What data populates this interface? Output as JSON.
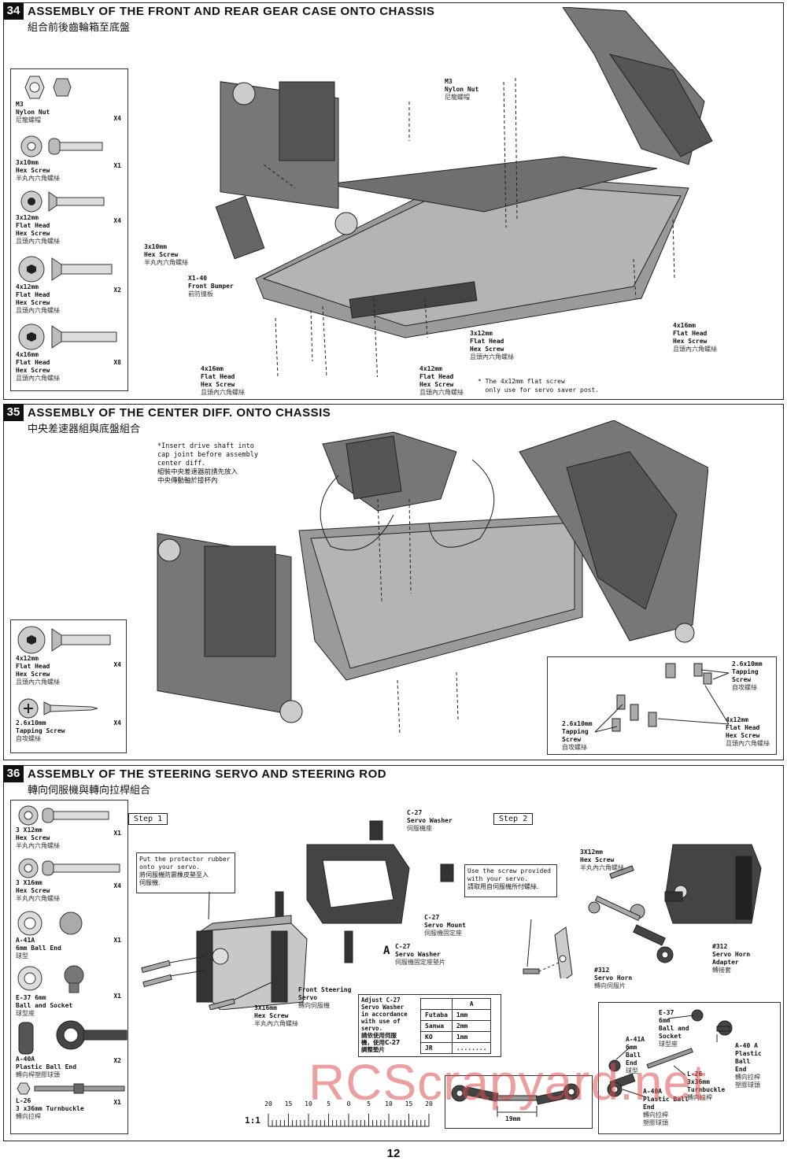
{
  "sections": [
    {
      "num": "34",
      "title": "ASSEMBLY OF THE FRONT AND REAR GEAR CASE ONTO CHASSIS",
      "subtitle": "組合前後齒輪箱至底盤",
      "parts": [
        {
          "name": "M3\nNylon Nut",
          "cn": "尼龍螺帽",
          "qty": "X4",
          "icon": "nylon-nut-icon"
        },
        {
          "name": "3x10mm\nHex Screw",
          "cn": "半丸內六角螺絲",
          "qty": "X1",
          "icon": "hex-screw-icon"
        },
        {
          "name": "3x12mm\nFlat Head\nHex Screw",
          "cn": "且頭內六角螺絲",
          "qty": "X4",
          "icon": "flat-head-screw-icon"
        },
        {
          "name": "4x12mm\nFlat Head\nHex Screw",
          "cn": "且頭內六角螺絲",
          "qty": "X2",
          "icon": "flat-head-screw-icon"
        },
        {
          "name": "4x16mm\nFlat Head\nHex Screw",
          "cn": "且頭內六角螺絲",
          "qty": "X8",
          "icon": "flat-head-screw-icon"
        }
      ],
      "callouts": {
        "m3_nut": {
          "name": "M3\nNylon Nut",
          "cn": "尼龍螺帽"
        },
        "hex_3x10": {
          "name": "3x10mm\nHex Screw",
          "cn": "半丸內六角螺絲"
        },
        "bumper": {
          "name": "X1-40\nFront Bumper",
          "cn": "前防撞板"
        },
        "fh_3x12": {
          "name": "3x12mm\nFlat Head\nHex Screw",
          "cn": "且頭內六角螺絲"
        },
        "fh_4x16_right": {
          "name": "4x16mm\nFlat Head\nHex Screw",
          "cn": "且頭內六角螺絲"
        },
        "fh_4x16_left": {
          "name": "4x16mm\nFlat Head\nHex Screw",
          "cn": "且頭內六角螺絲"
        },
        "fh_4x12": {
          "name": "4x12mm\nFlat Head\nHex Screw",
          "cn": "且頭內六角螺絲"
        },
        "note": "* The 4x12mm flat screw\n  only use for servo saver post."
      }
    },
    {
      "num": "35",
      "title": "ASSEMBLY OF THE CENTER DIFF. ONTO CHASSIS",
      "subtitle": "中央差速器組與底盤組合",
      "parts": [
        {
          "name": "4x12mm\nFlat Head\nHex Screw",
          "cn": "且頭內六角螺絲",
          "qty": "X4",
          "icon": "flat-head-screw-icon"
        },
        {
          "name": "2.6x10mm\nTapping Screw",
          "cn": "自攻螺絲",
          "qty": "X4",
          "icon": "tapping-screw-icon"
        }
      ],
      "note_en": "*Insert drive shaft into\ncap joint before assembly\ncenter diff.",
      "note_cn": "組裝中央差速器前請先放入\n中央傳動軸於接杯內",
      "callouts": {
        "tap_top": {
          "name": "2.6x10mm\nTapping\nScrew",
          "cn": "自攻螺絲"
        },
        "tap_left": {
          "name": "2.6x10mm\nTapping\nScrew",
          "cn": "自攻螺絲"
        },
        "fh_4x12": {
          "name": "4x12mm\nFlat Head\nHex Screw",
          "cn": "且頭內六角螺絲"
        }
      }
    },
    {
      "num": "36",
      "title": "ASSEMBLY OF THE STEERING SERVO AND STEERING ROD",
      "subtitle": "轉向伺服機與轉向拉桿組合",
      "parts": [
        {
          "name": "3 X12mm\nHex Screw",
          "cn": "半丸內六角螺絲",
          "qty": "X1",
          "icon": "hex-screw-icon"
        },
        {
          "name": "3 X16mm\nHex Screw",
          "cn": "半丸內六角螺絲",
          "qty": "X4",
          "icon": "hex-screw-icon"
        },
        {
          "name": "A-41A\n6mm Ball End",
          "cn": "球型",
          "qty": "X1",
          "icon": "ball-end-icon"
        },
        {
          "name": "E-37  6mm\nBall and Socket",
          "cn": "球型座",
          "qty": "X1",
          "icon": "ball-socket-icon"
        },
        {
          "name": "A-40A\nPlastic Ball End",
          "cn": "轉向桿塑膠球頭",
          "qty": "X2",
          "icon": "plastic-ball-end-icon"
        },
        {
          "name": "L-26\n3 x36mm Turnbuckle",
          "cn": "轉向拉桿",
          "qty": "X1",
          "icon": "turnbuckle-icon"
        }
      ],
      "step1": "Step 1",
      "step2": "Step 2",
      "rubber_note": {
        "en": "Put the protector rubber\nonto your servo.",
        "cn": "將伺服機防震橡皮墊至入\n伺服機."
      },
      "screw_note": {
        "en": "Use the screw provided\nwith your servo.",
        "cn": "請取用自伺服機所付螺絲."
      },
      "callouts": {
        "c27_top": {
          "name": "C-27\nServo Washer",
          "cn": "伺服機座"
        },
        "c27_mount": {
          "name": "C-27\nServo Mount",
          "cn": "伺服機固定座"
        },
        "c27_washer_a": {
          "name": "C-27\nServo Washer",
          "cn": "伺服機固定座墊片"
        },
        "a_letter": "A",
        "front_servo": {
          "name": "Front Steering\nServo",
          "cn": "轉向伺服機"
        },
        "hex_3x16": {
          "name": "3X16mm\nHex Screw",
          "cn": "半丸內六角螺絲"
        },
        "hex_3x12": {
          "name": "3X12mm\nHex Screw",
          "cn": "半丸內六角螺絲"
        },
        "servo_horn": {
          "name": "#312\nServo Horn",
          "cn": "轉向伺服片"
        },
        "horn_adapter": {
          "name": "#312\nServo Horn\nAdapter",
          "cn": "轉接套"
        },
        "e37": {
          "name": "E-37\n6mm\nBall and\nSocket",
          "cn": "球型座"
        },
        "a41a": {
          "name": "A-41A\n6mm\nBall\nEnd",
          "cn": "球型"
        },
        "a40a_right": {
          "name": "A-40 A\nPlastic Ball\nEnd",
          "cn": "轉向拉桿\n塑膠球頭"
        },
        "l26": {
          "name": "L-26\n3x36mm\nTurnbuckle",
          "cn": "轉向拉桿"
        },
        "a40a_bottom": {
          "name": "A-40A\nPlastic Ball\nEnd",
          "cn": "轉向拉桿\n塑膠球頭"
        }
      },
      "washer_table": {
        "intro_en": "Adjust C-27\nServo Washer\nin accordance\nwith use of\nservo.",
        "intro_cn": "請依使用伺服\n機，使用C-27\n調整墊片",
        "header": "A",
        "rows": [
          {
            "brand": "Futaba",
            "size": "1mm"
          },
          {
            "brand": "Sanwa",
            "size": "2mm"
          },
          {
            "brand": "KO",
            "size": "1mm"
          },
          {
            "brand": "JR",
            "size": "........"
          }
        ]
      },
      "ruler": {
        "scale": "1:1",
        "ticks": [
          "20",
          "15",
          "10",
          "5",
          "0",
          "5",
          "10",
          "15",
          "20"
        ]
      },
      "rod_length": "19mm"
    }
  ],
  "page_number": "12",
  "watermark": "RCScrapyard.net"
}
